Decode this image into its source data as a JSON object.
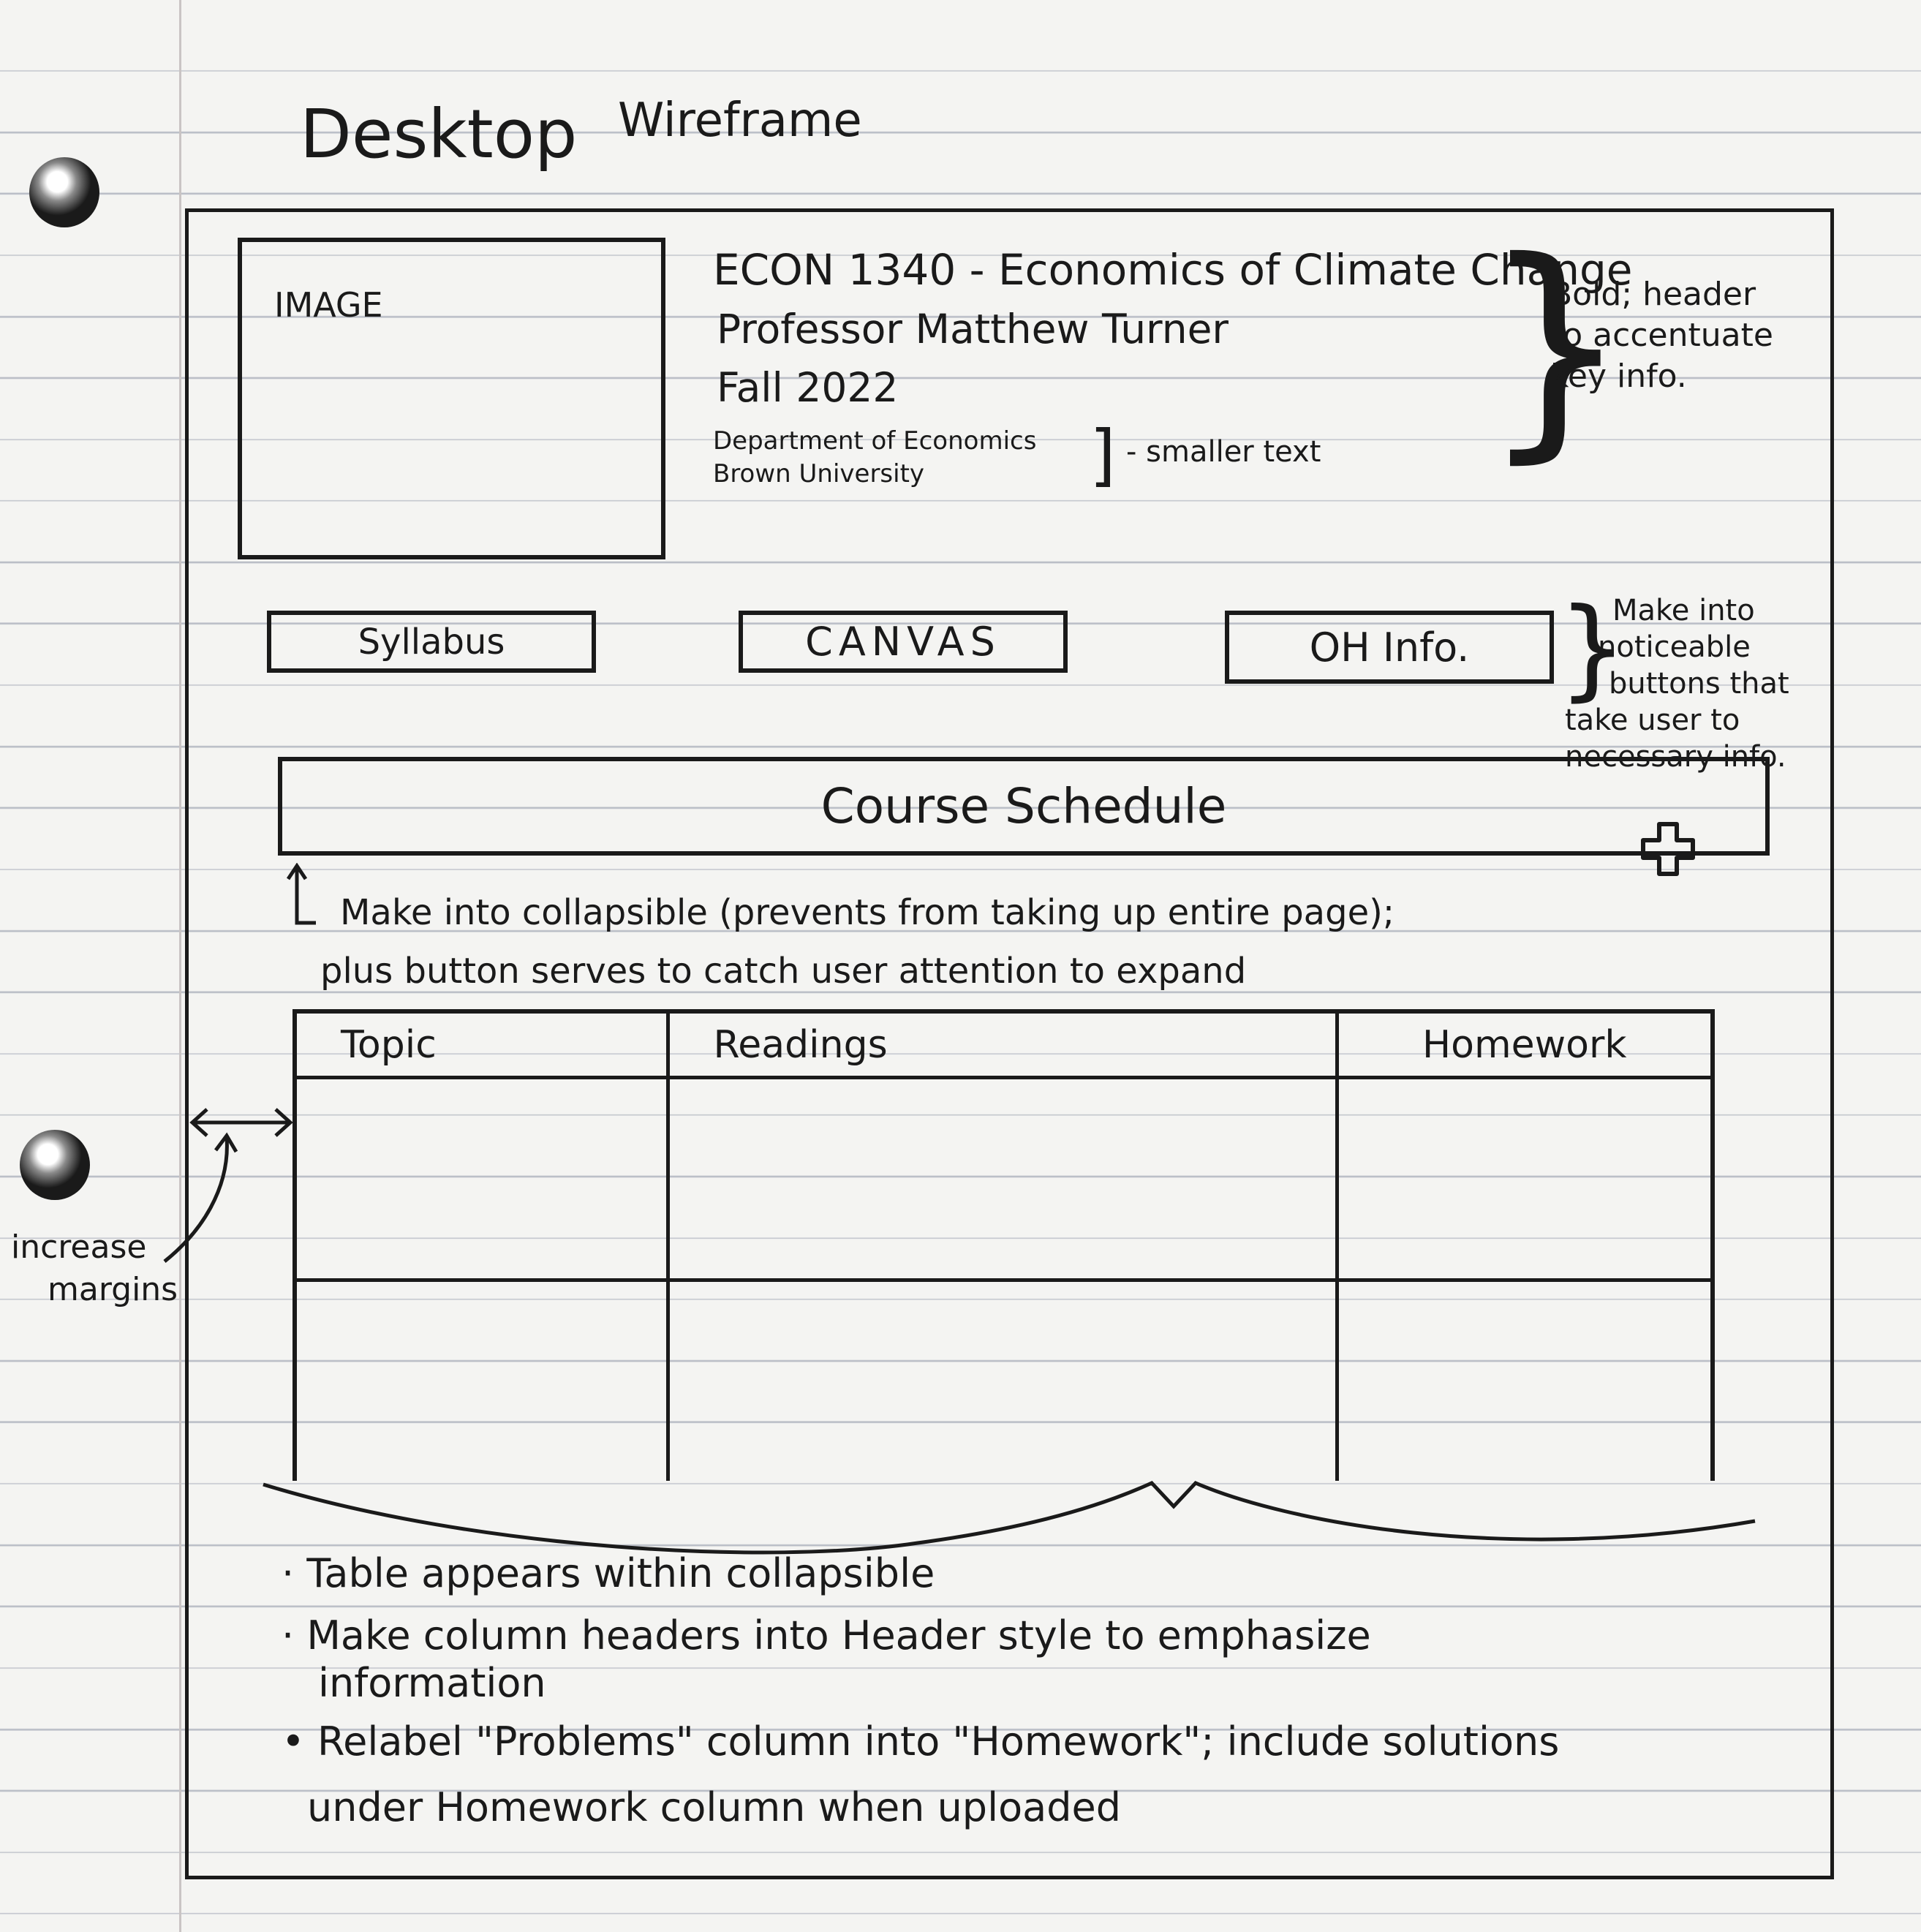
{
  "page": {
    "title": "Desktop",
    "subtitle": "Wireframe"
  },
  "header": {
    "image_placeholder": "IMAGE",
    "course_title": "ECON 1340 - Economics of Climate Change",
    "professor": "Professor Matthew Turner",
    "term": "Fall 2022",
    "department": "Department of Economics",
    "university": "Brown University"
  },
  "annotations": {
    "smaller_text": "- smaller text",
    "bold_header": [
      "Bold; header",
      "to accentuate",
      "key info."
    ],
    "buttons_note": [
      "Make into",
      "noticeable",
      "buttons that",
      "take user to",
      "necessary info."
    ],
    "collapsible_note_1": "Make into collapsible (prevents from taking up entire page);",
    "collapsible_note_2": "plus button serves to catch user attention to expand",
    "margins_note_1": "increase",
    "margins_note_2": "margins"
  },
  "nav_buttons": {
    "syllabus": "Syllabus",
    "canvas": "CANVAS",
    "oh_info": "OH Info."
  },
  "schedule": {
    "title": "Course Schedule",
    "columns": [
      "Topic",
      "Readings",
      "Homework"
    ]
  },
  "notes": {
    "bullet_1": "· Table appears within collapsible",
    "bullet_2": "· Make column headers into Header style to emphasize",
    "bullet_2_cont": "information",
    "bullet_3": "• Relabel \"Problems\" column into \"Homework\"; include solutions",
    "bullet_3_cont": "under Homework column when uploaded"
  }
}
